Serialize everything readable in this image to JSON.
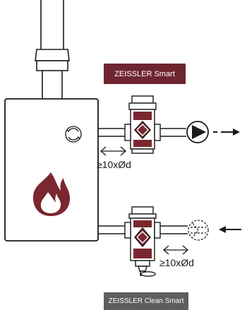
{
  "labels": {
    "separator_top": "ZEISSLER Smart",
    "separator_bottom": "ZEISSLER Clean Smart",
    "distance_top": "≥10xØd",
    "distance_bottom": "≥10xØd"
  },
  "colors": {
    "accent": "#7a2730",
    "badge_top_bg": "#6e2530",
    "badge_bottom_bg": "#5e5e5e",
    "line": "#1a1a1a"
  },
  "icons": {
    "boiler_symbol": "boiler-circle-icon",
    "flame": "flame-icon",
    "pump": "pump-icon",
    "dashed_pump": "dashed-pump-icon"
  }
}
